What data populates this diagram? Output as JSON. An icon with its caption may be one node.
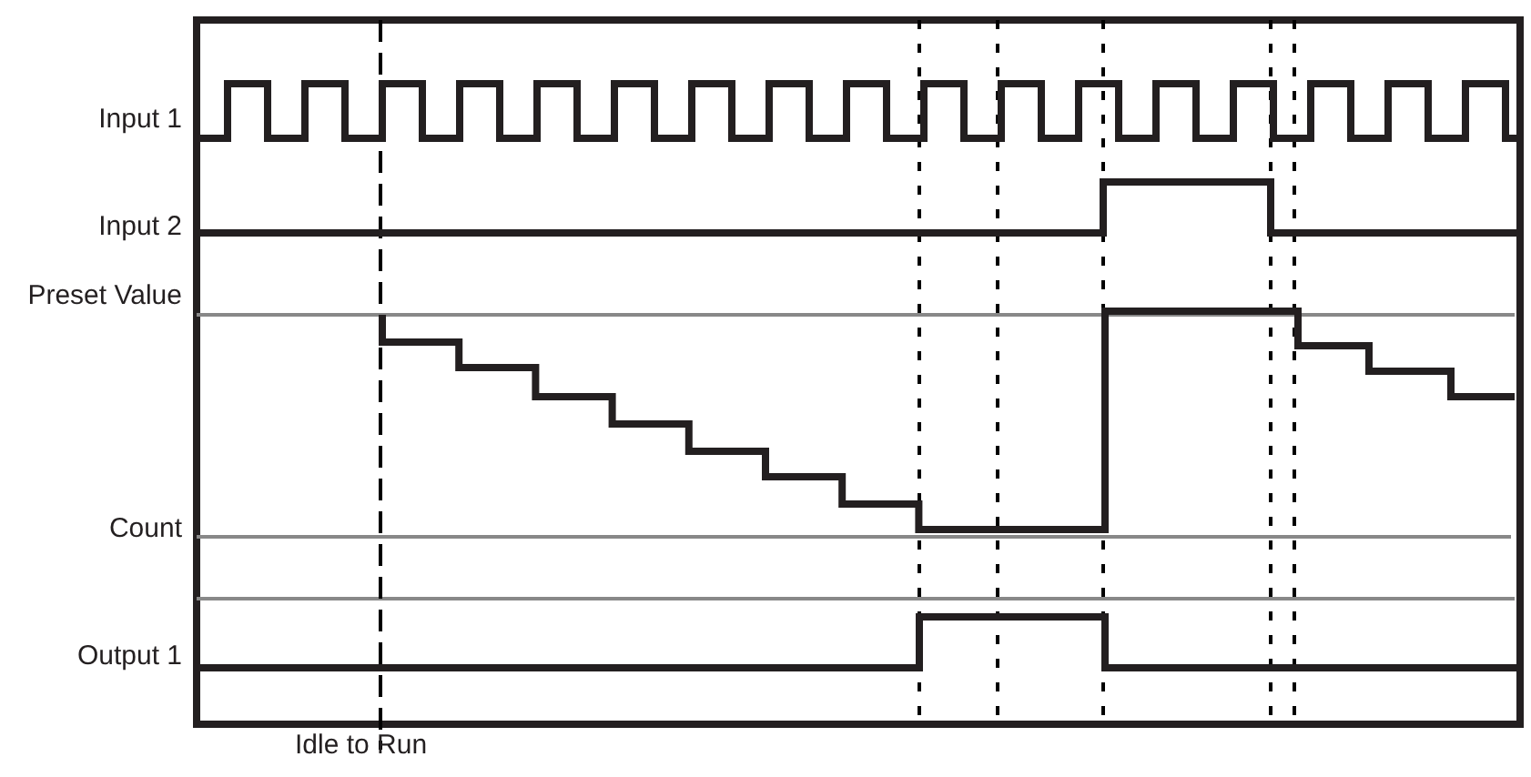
{
  "diagram": {
    "labels": [
      "Input 1",
      "Input 2",
      "Preset Value",
      "Count",
      "Output 1",
      "Idle to Run"
    ]
  }
}
